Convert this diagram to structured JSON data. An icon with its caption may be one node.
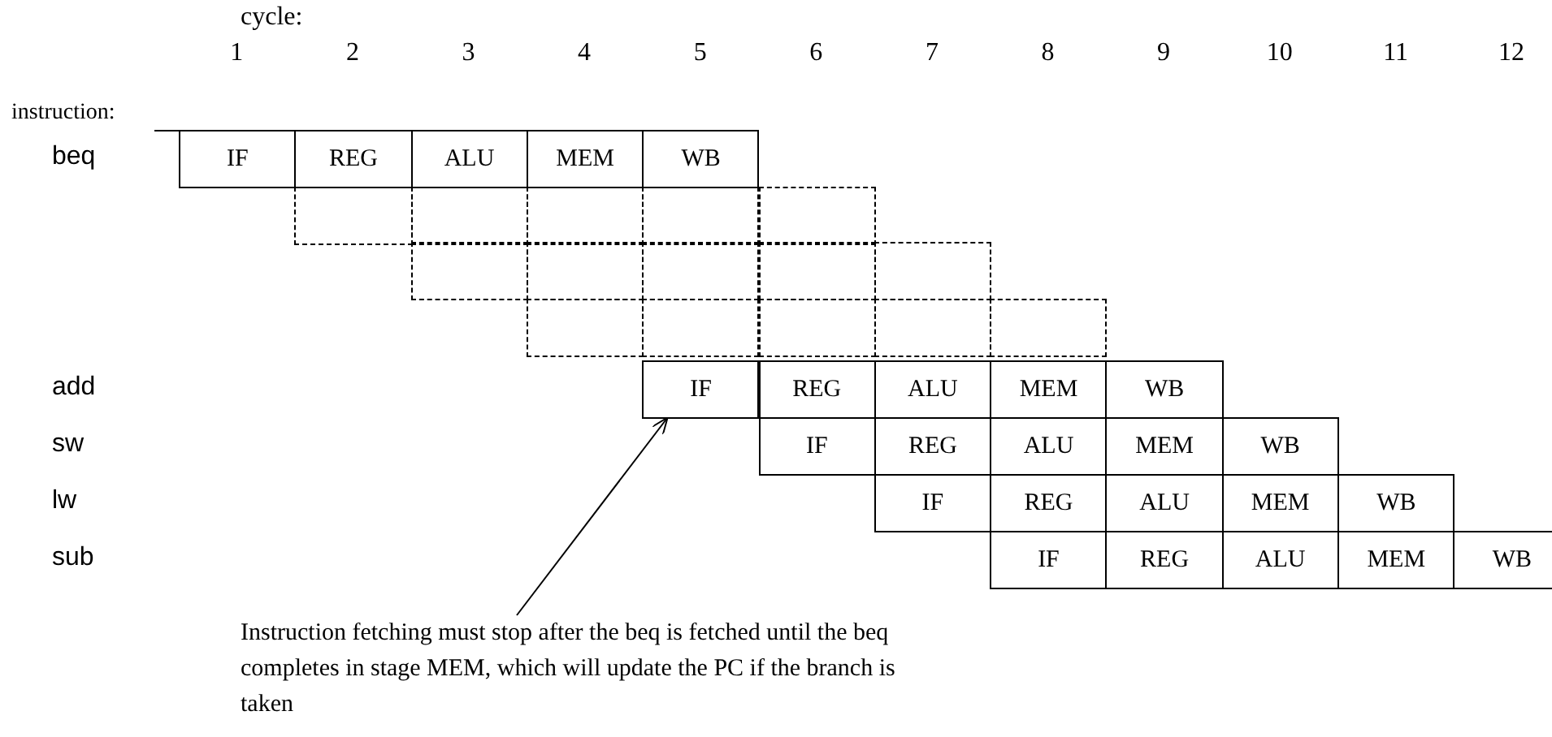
{
  "diagram": {
    "nodes": [
      {
        "text": [
          "IF"
        ]
      },
      {
        "text": [
          "REG"
        ]
      },
      {
        "text": [
          "ALU"
        ]
      },
      {
        "text": [
          "MEM"
        ]
      },
      {
        "text": [
          "WB"
        ]
      },
      {
        "text": [],
        "shape": "box"
      },
      {
        "text": [],
        "shape": "box"
      },
      {
        "text": [],
        "shape": "box"
      },
      {
        "text": [],
        "shape": "box"
      },
      {
        "text": [],
        "shape": "box"
      },
      {
        "text": [],
        "shape": "box"
      },
      {
        "text": [],
        "shape": "box"
      },
      {
        "text": [],
        "shape": "box"
      },
      {
        "text": [],
        "shape": "box"
      },
      {
        "text": [],
        "shape": "box"
      },
      {
        "text": [],
        "shape": "box"
      },
      {
        "text": [],
        "shape": "box"
      },
      {
        "text": [],
        "shape": "box"
      },
      {
        "text": [],
        "shape": "box"
      },
      {
        "text": [],
        "shape": "box"
      },
      {
        "text": [
          "IF"
        ]
      },
      {
        "text": [
          "REG"
        ]
      },
      {
        "text": [
          "ALU"
        ]
      },
      {
        "text": [
          "MEM"
        ]
      },
      {
        "text": [
          "WB"
        ]
      },
      {
        "text": [
          "IF"
        ]
      },
      {
        "text": [
          "REG"
        ]
      },
      {
        "text": [
          "ALU"
        ]
      },
      {
        "text": [
          "MEM"
        ]
      },
      {
        "text": [
          "WB"
        ]
      },
      {
        "text": [
          "IF"
        ]
      },
      {
        "text": [
          "REG"
        ]
      },
      {
        "text": [
          "ALU"
        ]
      },
      {
        "text": [
          "MEM"
        ]
      },
      {
        "text": [
          "WB"
        ]
      },
      {
        "text": [
          "IF"
        ]
      },
      {
        "text": [
          "REG"
        ]
      },
      {
        "text": [
          "ALU"
        ]
      },
      {
        "text": [
          "MEM"
        ]
      },
      {
        "text": [
          "WB"
        ]
      },
      {
        "text": [
          "Instruction fetching must stop after the beq is fetched until the beq completes in stage MEM, which will update the PC if the branch is taken"
        ]
      }
    ],
    "edges": [
      {
        "from": 40,
        "to": 20,
        "arrow": "to"
      }
    ],
    "labels": [
      "cycle:",
      "1",
      "2",
      "3",
      "4",
      "5",
      "6",
      "7",
      "8",
      "9",
      "10",
      "11",
      "12",
      "instruction:",
      "beq",
      "add",
      "sw",
      "lw",
      "sub"
    ]
  }
}
